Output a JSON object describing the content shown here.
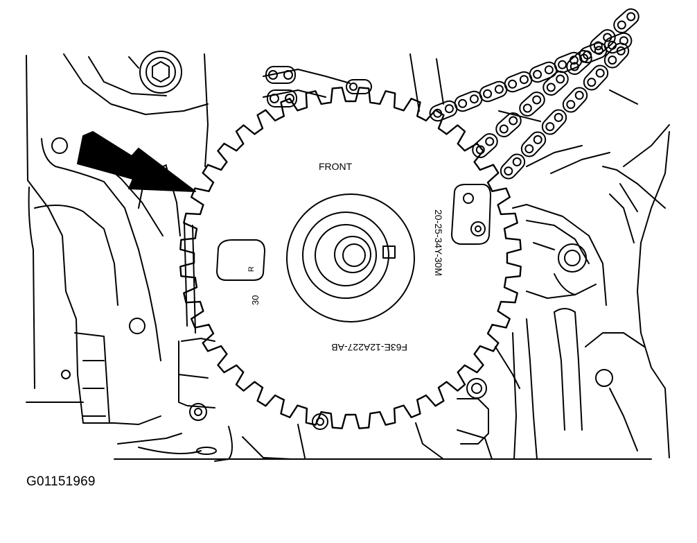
{
  "figure": {
    "id_code": "G01151969",
    "colors": {
      "line": "#000000",
      "background": "#ffffff"
    }
  },
  "sprocket": {
    "label_front": "FRONT",
    "part_number": "F63E-12A227-AB",
    "timing_mark_text": "20-25-34Y-30M",
    "small_mark_30": "30",
    "small_mark_r": "R",
    "tooth_count": 40
  },
  "arrow": {
    "icon": "pointer-arrow-icon",
    "color": "#000000"
  }
}
